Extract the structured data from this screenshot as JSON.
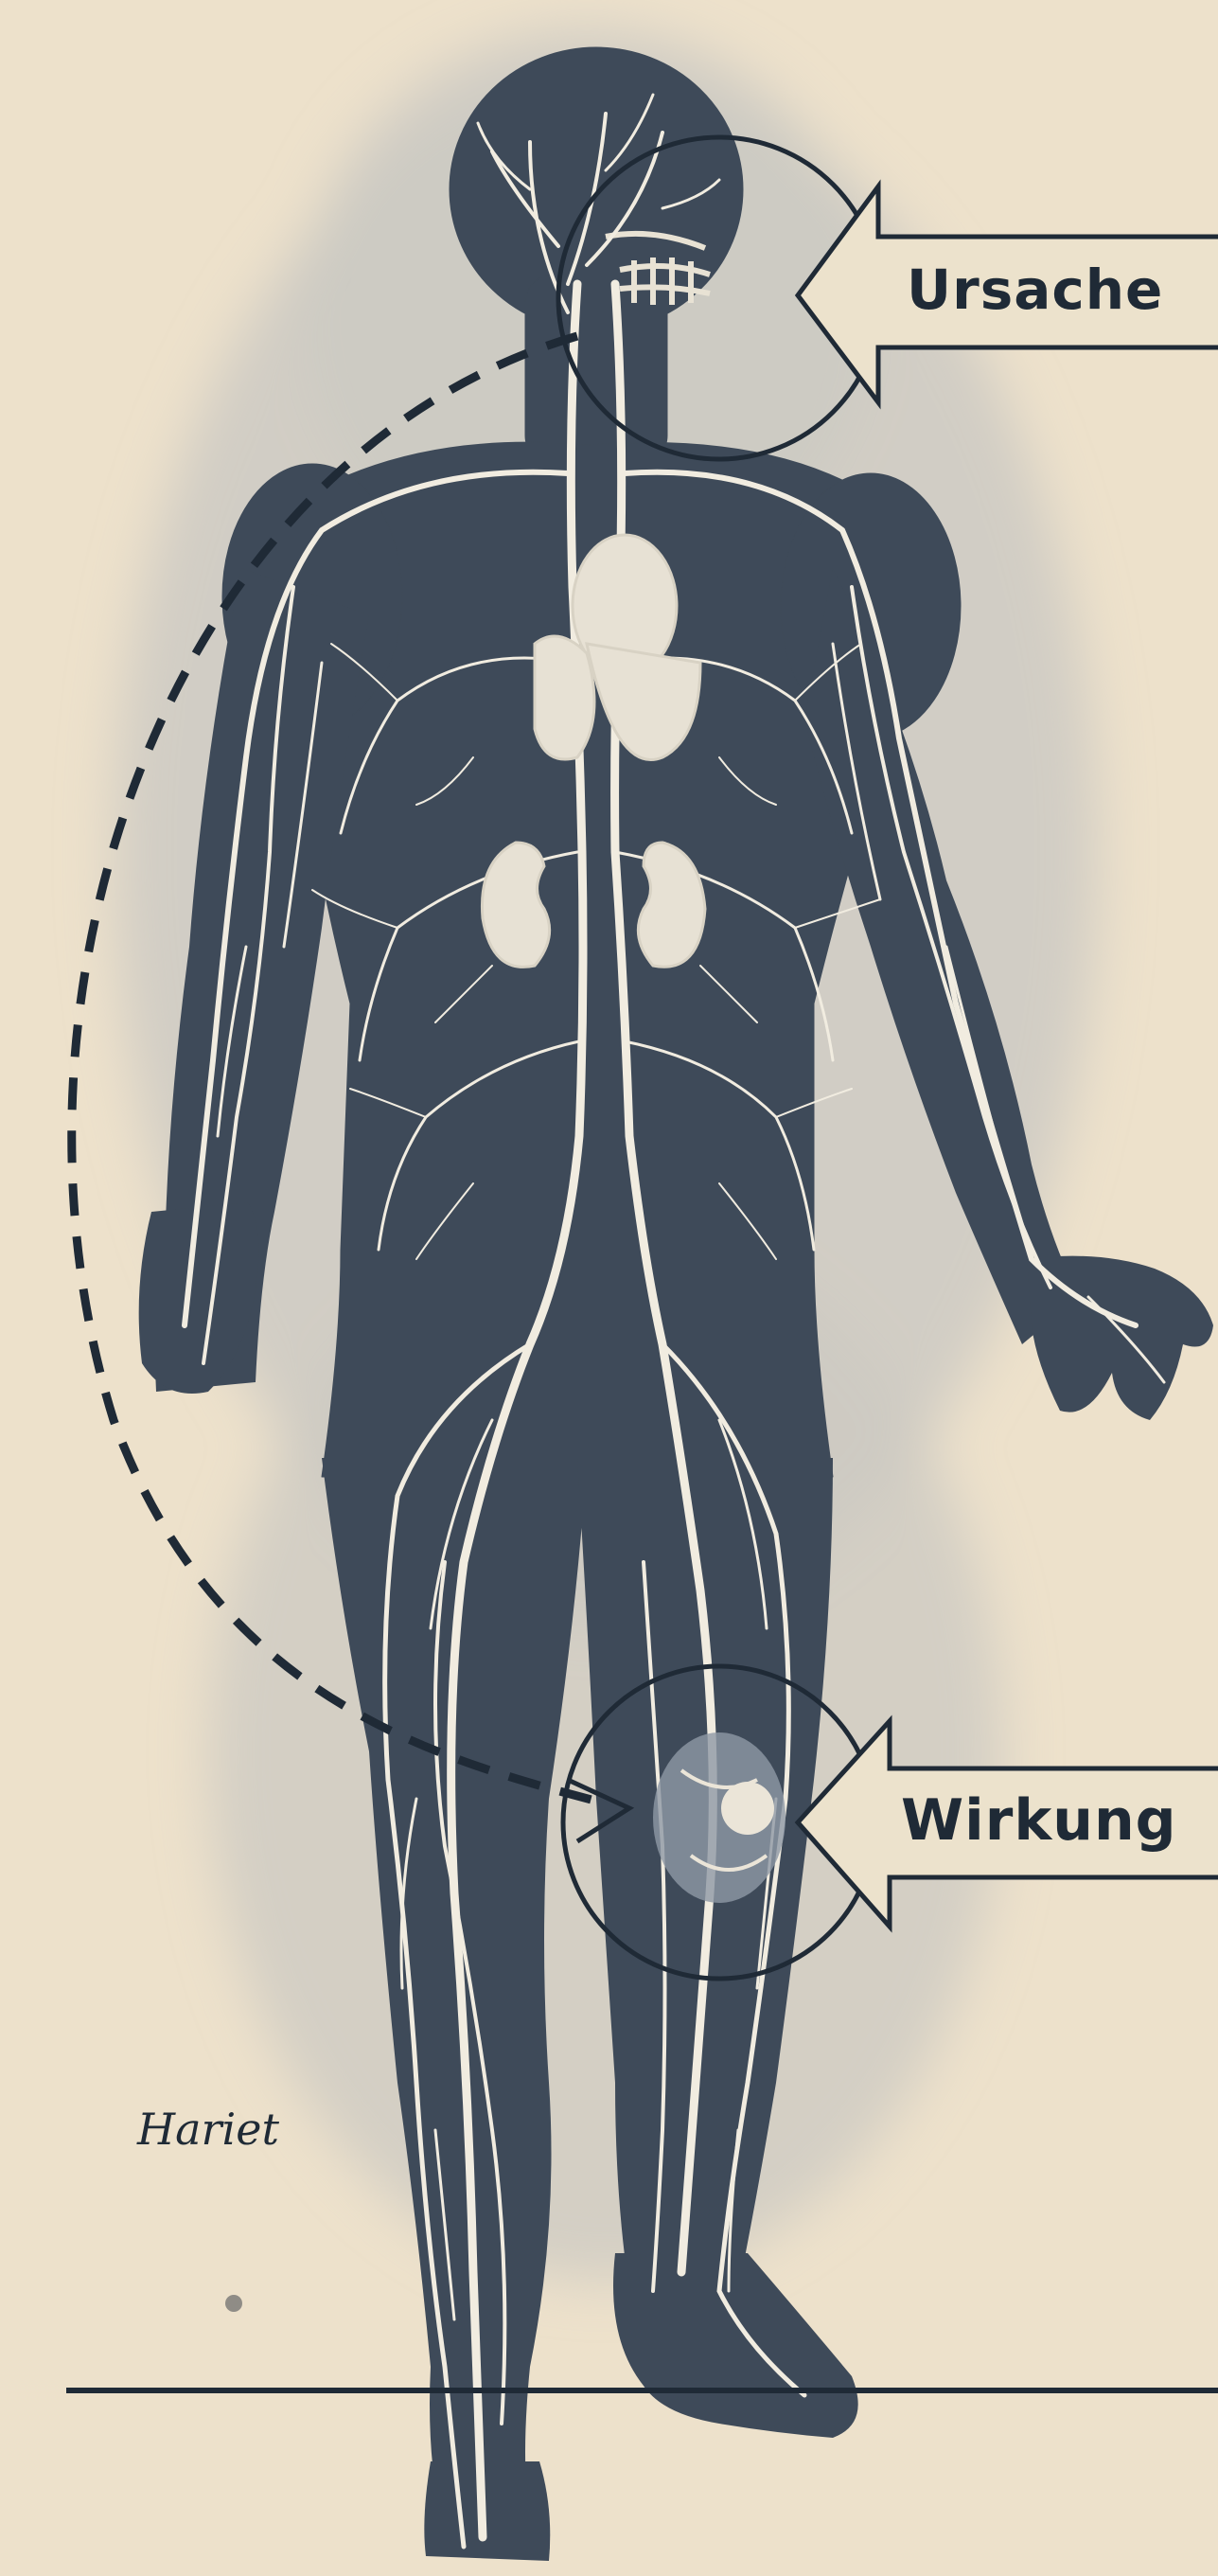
{
  "labels": {
    "cause": "Ursache",
    "effect": "Wirkung"
  },
  "signature": "Hariet",
  "colors": {
    "paper": "#ede1cb",
    "halo": "#cdcac3",
    "body": "#3e4a59",
    "vessels": "#f1ece0",
    "ink": "#1f2a36"
  }
}
